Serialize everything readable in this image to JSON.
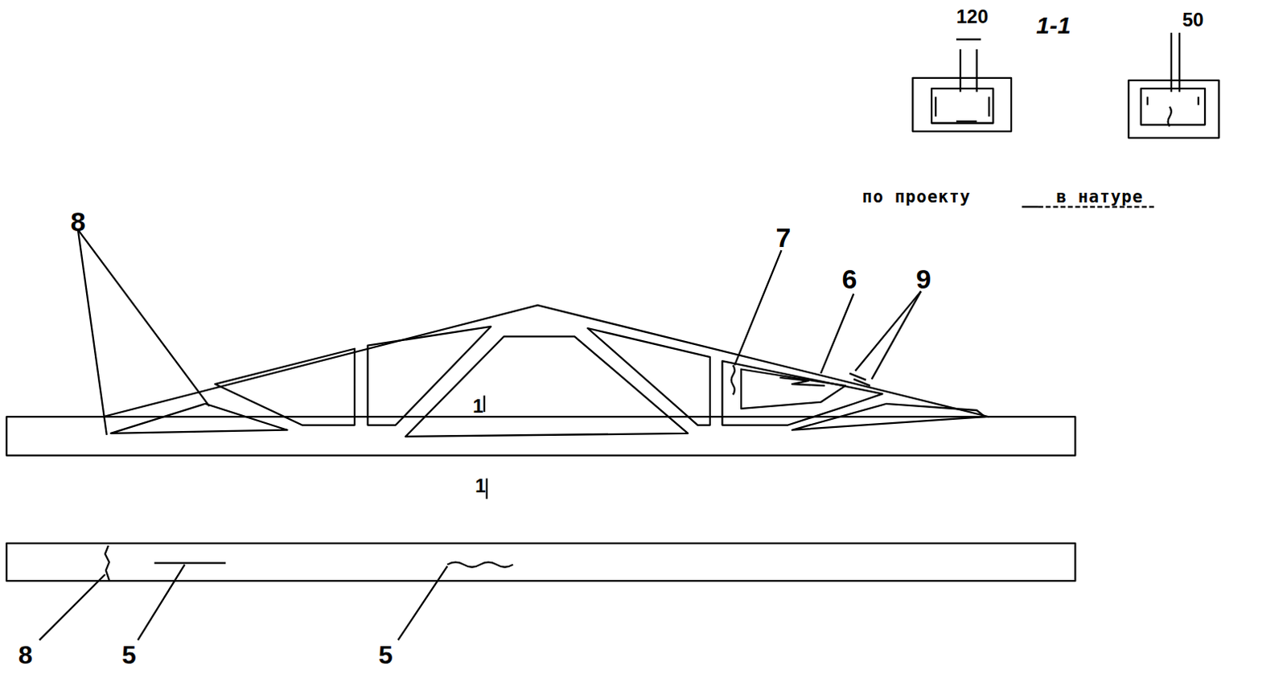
{
  "diagram": {
    "labels": [
      "120",
      "1-1",
      "50",
      "по проекту",
      "в натуре",
      "8",
      "7",
      "6",
      "9",
      "1",
      "1",
      "8",
      "5",
      "5"
    ]
  }
}
